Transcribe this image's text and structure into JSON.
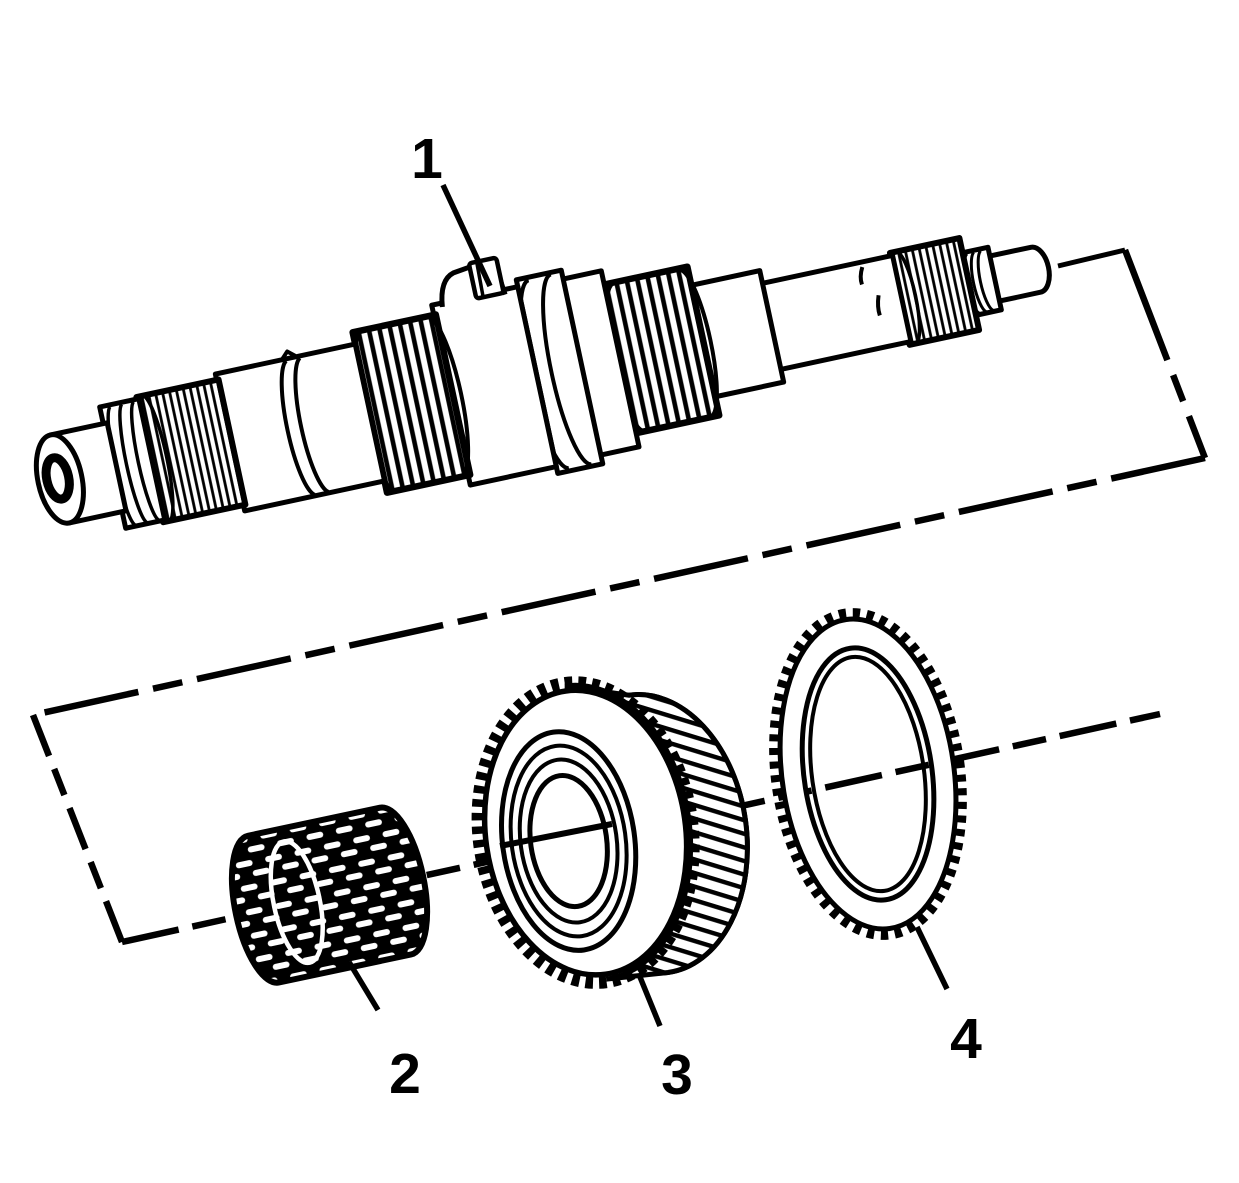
{
  "figure": {
    "type": "exploded-parts-diagram",
    "ink": "#000000",
    "background": "#ffffff",
    "callouts": [
      {
        "label": "1"
      },
      {
        "label": "2"
      },
      {
        "label": "3"
      },
      {
        "label": "4"
      }
    ]
  }
}
